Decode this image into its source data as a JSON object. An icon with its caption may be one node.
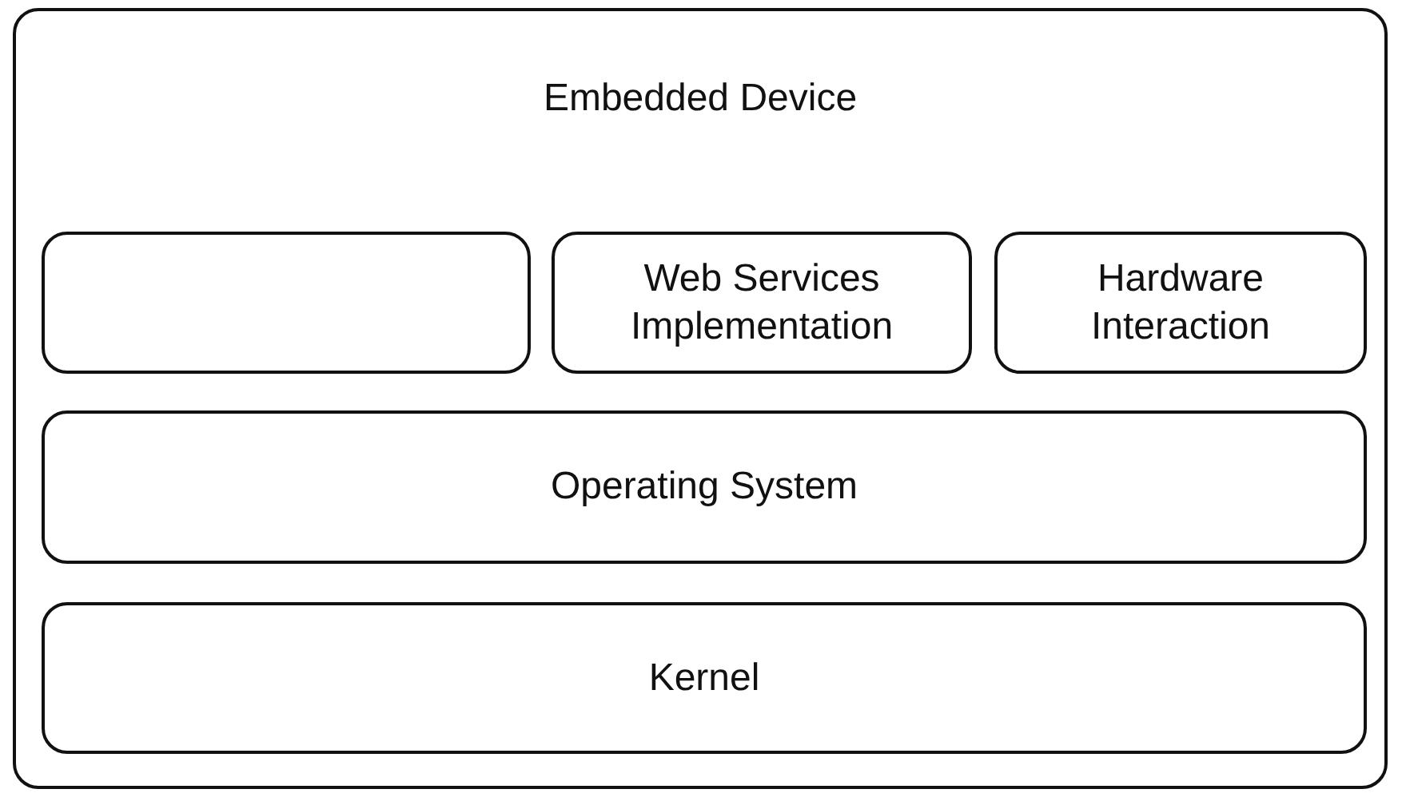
{
  "diagram": {
    "nodes": [
      {
        "text": [
          "Embedded Device"
        ]
      },
      {
        "text": [],
        "shape": "box",
        "in": 0
      },
      {
        "text": [
          "Web Services Implementation"
        ],
        "in": 0
      },
      {
        "text": [
          "Hardware Interaction"
        ],
        "in": 0
      },
      {
        "text": [
          "Operating System"
        ],
        "in": 0
      },
      {
        "text": [
          "Kernel"
        ],
        "in": 0
      }
    ]
  }
}
